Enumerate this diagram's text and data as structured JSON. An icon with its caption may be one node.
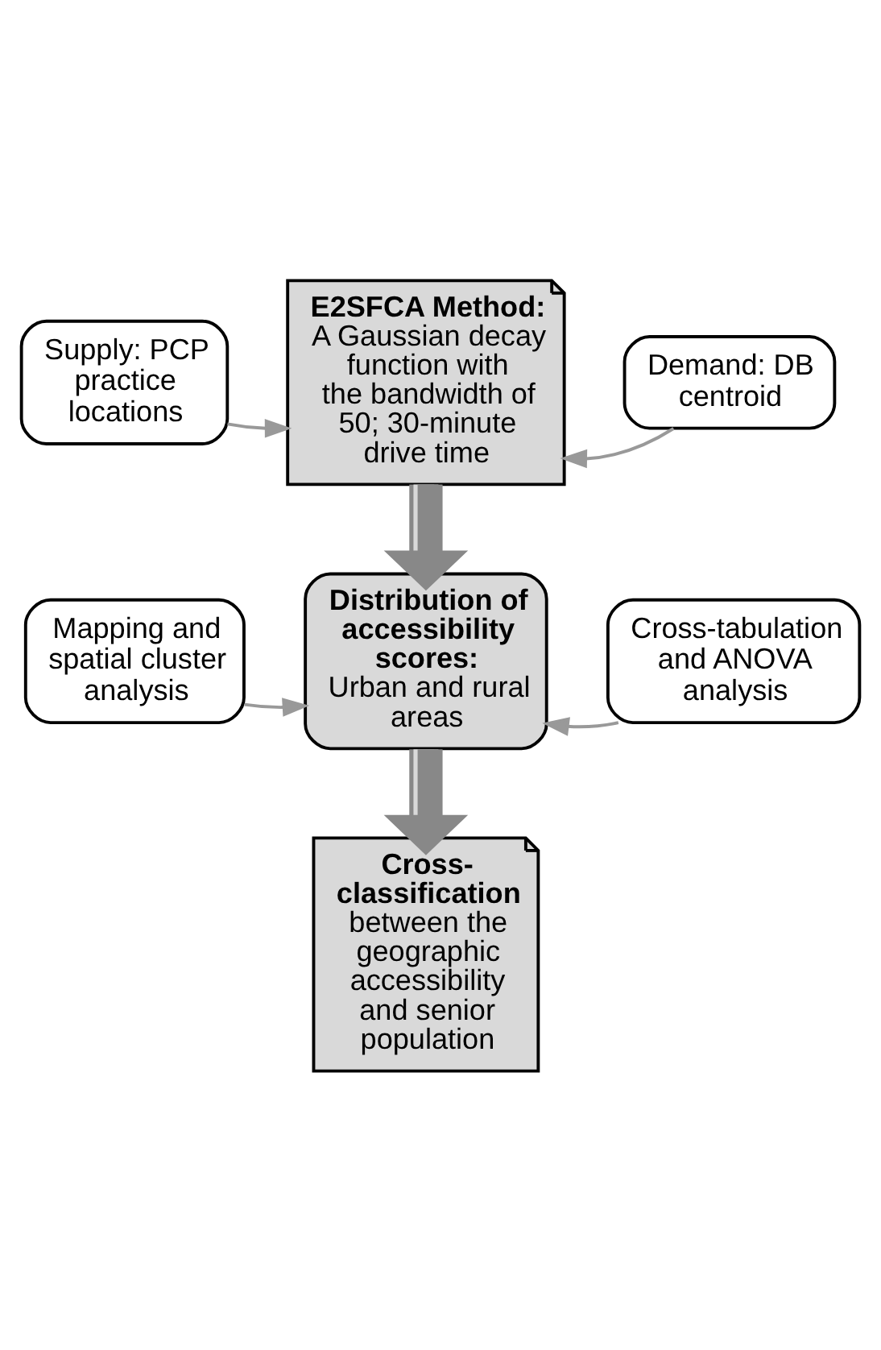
{
  "diagram": {
    "nodes": [
      {
        "text": [
          "Supply: PCP practice locations"
        ]
      },
      {
        "text": [
          "E2SFCA Method:",
          "A Gaussian decay function with the bandwidth of 50; 30-minute drive time"
        ]
      },
      {
        "text": [
          "Demand: DB centroid"
        ]
      },
      {
        "text": [
          "Distribution of accessibility scores:",
          "Urban and rural areas"
        ]
      },
      {
        "text": [
          "Mapping and spatial cluster analysis"
        ]
      },
      {
        "text": [
          "Cross-tabulation and ANOVA analysis"
        ]
      },
      {
        "text": [
          "Cross-classification",
          "between the geographic accessibility and senior population"
        ]
      }
    ],
    "edges": [
      {
        "from": 0,
        "to": 1,
        "arrow": "to"
      },
      {
        "from": 2,
        "to": 1,
        "arrow": "to"
      },
      {
        "from": 1,
        "to": 3,
        "arrow": "to",
        "style": "thick"
      },
      {
        "from": 4,
        "to": 3,
        "arrow": "to"
      },
      {
        "from": 5,
        "to": 3,
        "arrow": "to"
      },
      {
        "from": 3,
        "to": 6,
        "arrow": "to",
        "style": "thick"
      }
    ]
  }
}
